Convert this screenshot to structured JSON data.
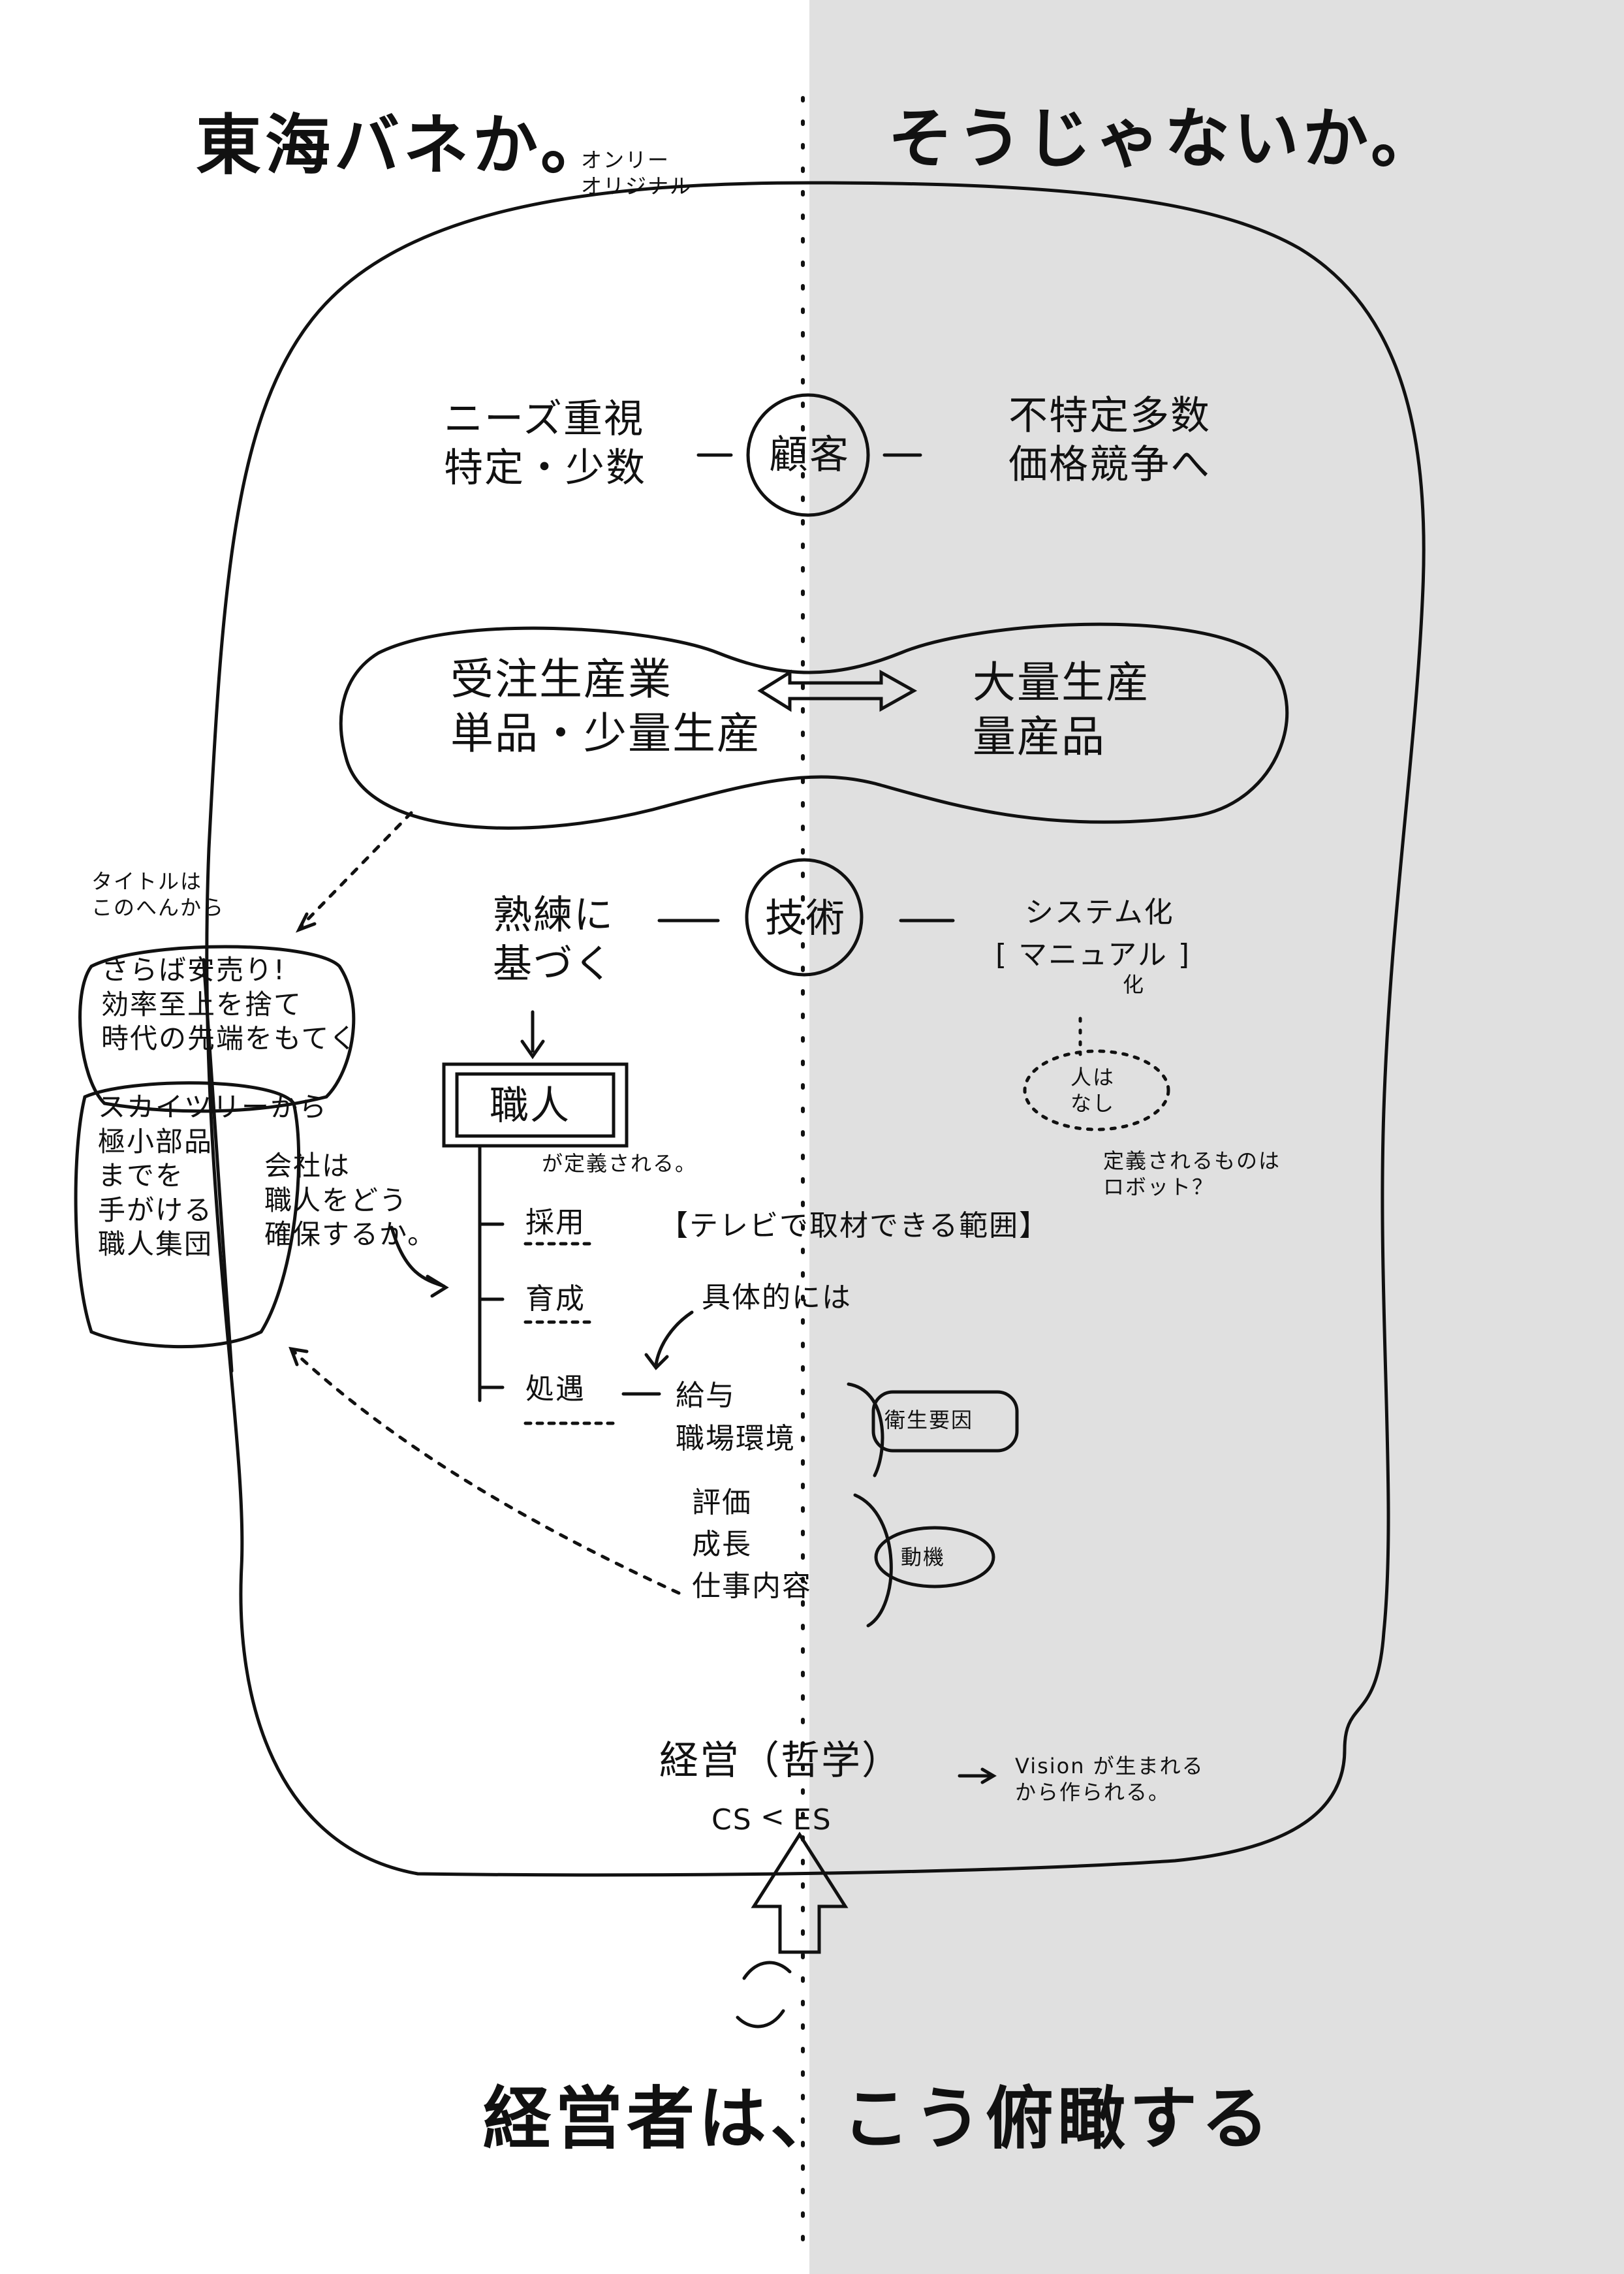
{
  "colors": {
    "ink": "#111111",
    "right_panel": "#e0e0e0",
    "paper": "#ffffff"
  },
  "header": {
    "left_title": "東海バネか。",
    "left_sub": "オンリー\nオリジナル",
    "right_title": "そうじゃないか。"
  },
  "customer": {
    "left": "ニーズ重視\n特定・少数",
    "center": "顧客",
    "right": "不特定多数\n価格競争へ"
  },
  "production": {
    "left": "受注生産業\n単品・少量生産",
    "right": "大量生産\n量産品"
  },
  "technology": {
    "left": "熟練に\n基づく",
    "center": "技術",
    "right_line1": "システム化",
    "right_line2": "[ マニュアル ]",
    "right_line3": "化"
  },
  "left_notes": {
    "title_note": "タイトルは\nこのへんから",
    "box1": "さらば安売り!\n効率至上を捨て\n時代の先端をもてく",
    "box2": "スカイツリーから\n極小部品\nまでを\n手がける\n職人集団",
    "question": "会社は\n職人をどう\n確保するか。"
  },
  "craftsman": {
    "box": "職人",
    "defined": "が定義される。",
    "items": [
      "採用",
      "育成",
      "処遇"
    ]
  },
  "tv_scope": {
    "title": "【テレビで取材できる範囲】",
    "specifically": "具体的には",
    "hygiene_items": "給与\n職場環境",
    "hygiene_label": "衛生要因",
    "motivation_items": "評価\n成長\n仕事内容",
    "motivation_label": "動機"
  },
  "right_side": {
    "no_people": "人は\nなし",
    "robot": "定義されるものは\nロボット？"
  },
  "management": {
    "line1": "経営（哲学）",
    "cs": "CS",
    "lt": "<",
    "es": "ES",
    "vision": "Vision が生まれる\nから作られる。"
  },
  "footer": {
    "title": "経営者は、こう俯瞰する"
  }
}
